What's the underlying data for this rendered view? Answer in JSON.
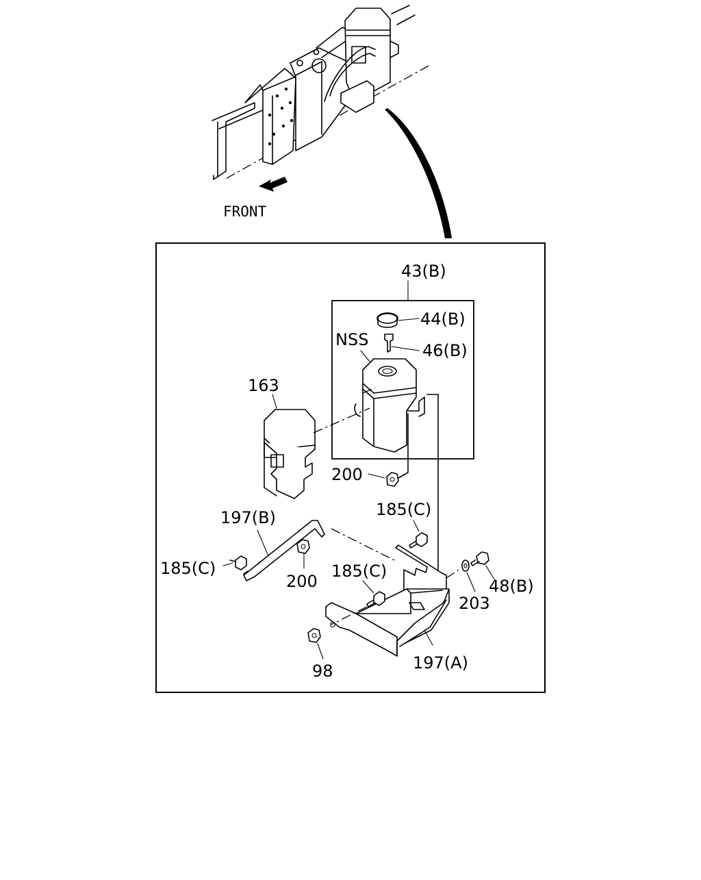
{
  "front_label": "FRONT",
  "labels": {
    "l43b": "43(B)",
    "l44b": "44(B)",
    "l46b": "46(B)",
    "nss": "NSS",
    "l163": "163",
    "l200a": "200",
    "l185c_a": "185(C)",
    "l197b": "197(B)",
    "l185c_b": "185(C)",
    "l200b": "200",
    "l185c_c": "185(C)",
    "l48b": "48(B)",
    "l203": "203",
    "l98": "98",
    "l197a": "197(A)"
  }
}
